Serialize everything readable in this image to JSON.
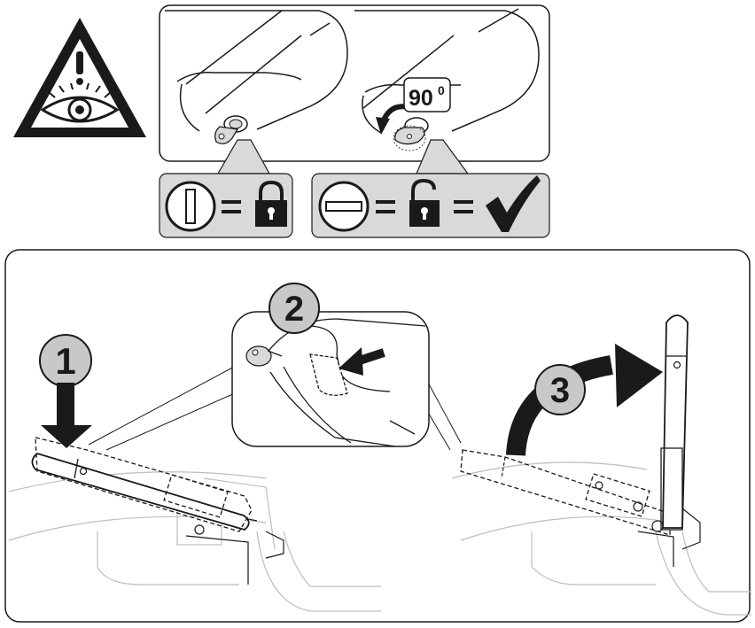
{
  "labels": {
    "rotation": "90",
    "degree": "0",
    "step1": "1",
    "step2": "2",
    "step3": "3"
  },
  "legend": {
    "locked": {
      "slot": "vertical-slot",
      "equals": "=",
      "icon": "padlock-closed-icon"
    },
    "unlocked": {
      "slot": "horizontal-slot",
      "equals_1": "=",
      "icon": "padlock-open-icon",
      "equals_2": "=",
      "result": "checkmark-icon"
    }
  },
  "colors": {
    "line": "#1a1a1a",
    "panel_fill": "#d9d9d9",
    "badge_fill": "#c8c8c8",
    "faint": "#bdbdbd",
    "background": "#ffffff"
  }
}
